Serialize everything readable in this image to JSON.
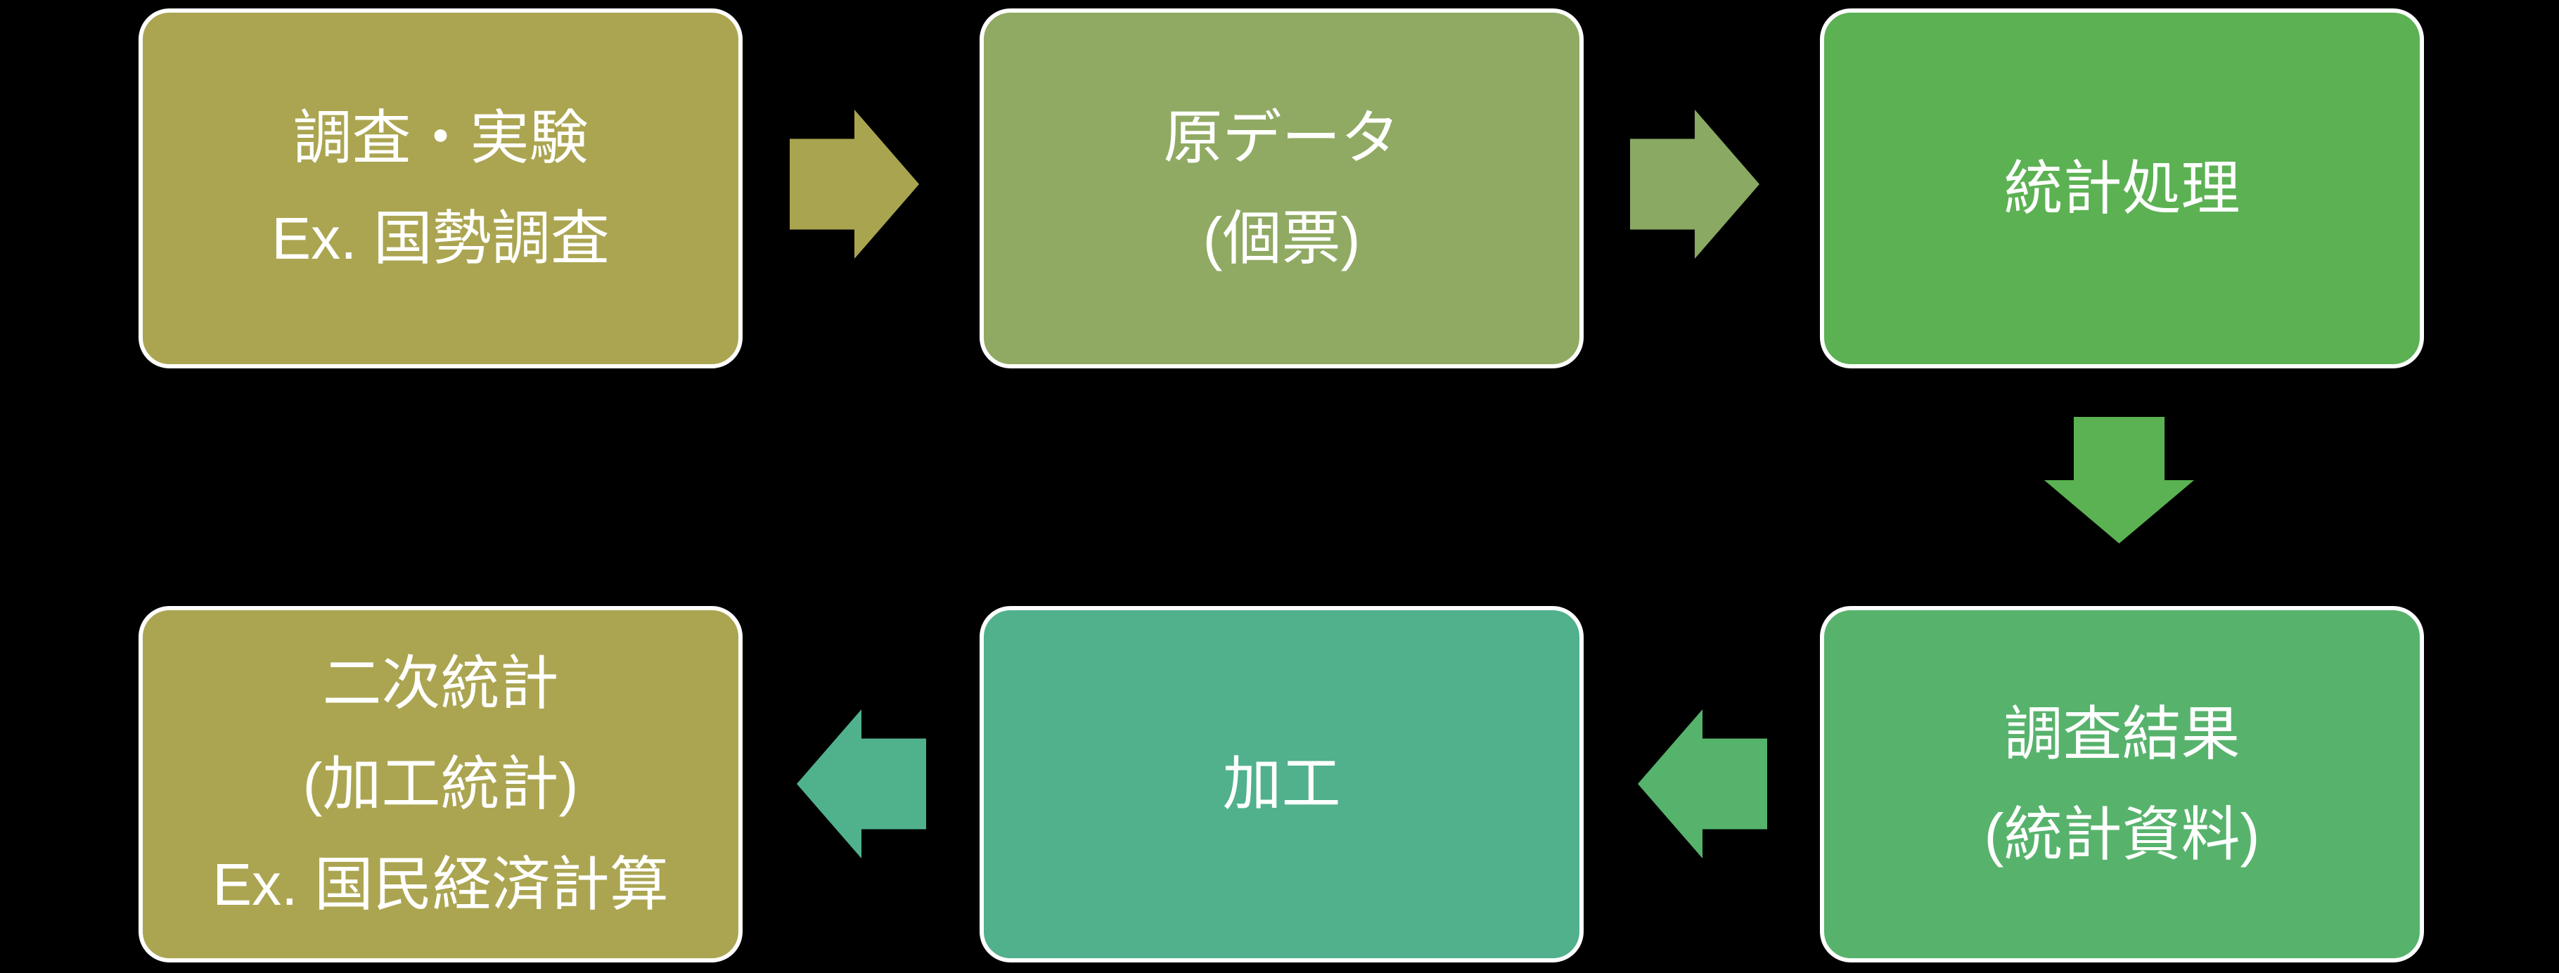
{
  "diagram": {
    "background_color": "#000000",
    "box_border_color": "#ffffff",
    "text_color": "#ffffff"
  },
  "boxes": [
    {
      "name": "survey-experiment",
      "color": "#aba551",
      "lines": [
        "調査・実験",
        "Ex. 国勢調査"
      ]
    },
    {
      "name": "raw-data",
      "color": "#90aa63",
      "lines": [
        "原データ",
        "(個票)"
      ]
    },
    {
      "name": "statistical-processing",
      "color": "#5cb153",
      "lines": [
        "統計処理"
      ]
    },
    {
      "name": "survey-results",
      "color": "#57b36c",
      "lines": [
        "調査結果",
        "(統計資料)"
      ]
    },
    {
      "name": "processing",
      "color": "#50b18c",
      "lines": [
        "加工"
      ]
    },
    {
      "name": "secondary-statistics",
      "color": "#aba551",
      "lines": [
        "二次統計",
        "(加工統計)",
        "Ex. 国民経済計算"
      ]
    }
  ],
  "arrows": [
    {
      "name": "arrow-survey-to-rawdata",
      "direction": "right",
      "color": "#a9a44f"
    },
    {
      "name": "arrow-rawdata-to-statprocessing",
      "direction": "right",
      "color": "#8aa962"
    },
    {
      "name": "arrow-statprocessing-to-results",
      "direction": "down",
      "color": "#5bb252"
    },
    {
      "name": "arrow-results-to-processing",
      "direction": "left",
      "color": "#56b36b"
    },
    {
      "name": "arrow-processing-to-secondary",
      "direction": "left",
      "color": "#50b28d"
    }
  ]
}
